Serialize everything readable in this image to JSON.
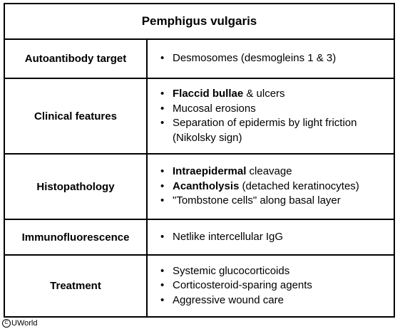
{
  "table": {
    "title": "Pemphigus vulgaris",
    "rows": [
      {
        "label": "Autoantibody target",
        "items": [
          [
            {
              "text": "Desmosomes (desmogleins 1 & 3)",
              "bold": false
            }
          ]
        ]
      },
      {
        "label": "Clinical features",
        "items": [
          [
            {
              "text": "Flaccid bullae",
              "bold": true
            },
            {
              "text": " & ulcers",
              "bold": false
            }
          ],
          [
            {
              "text": "Mucosal erosions",
              "bold": false
            }
          ],
          [
            {
              "text": "Separation of epidermis by light friction (Nikolsky sign)",
              "bold": false
            }
          ]
        ]
      },
      {
        "label": "Histopathology",
        "items": [
          [
            {
              "text": "Intraepidermal",
              "bold": true
            },
            {
              "text": " cleavage",
              "bold": false
            }
          ],
          [
            {
              "text": "Acantholysis",
              "bold": true
            },
            {
              "text": " (detached keratinocytes)",
              "bold": false
            }
          ],
          [
            {
              "text": "\"Tombstone cells\" along basal layer",
              "bold": false
            }
          ]
        ]
      },
      {
        "label": "Immunofluorescence",
        "items": [
          [
            {
              "text": "Netlike intercellular IgG",
              "bold": false
            }
          ]
        ]
      },
      {
        "label": "Treatment",
        "items": [
          [
            {
              "text": "Systemic glucocorticoids",
              "bold": false
            }
          ],
          [
            {
              "text": "Corticosteroid-sparing agents",
              "bold": false
            }
          ],
          [
            {
              "text": "Aggressive wound care",
              "bold": false
            }
          ]
        ]
      }
    ]
  },
  "footer": {
    "copyright_symbol": "C",
    "copyright_text": "UWorld"
  }
}
